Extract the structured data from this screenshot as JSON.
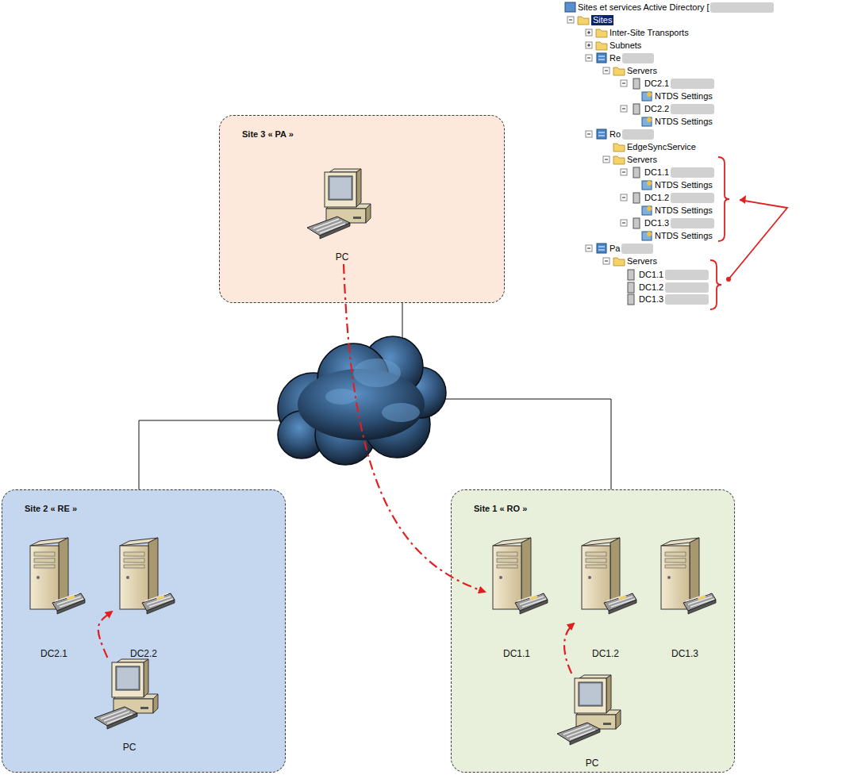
{
  "diagram": {
    "nodes": [
      {
        "text": [
          "Site 3 « PA »"
        ]
      },
      {
        "text": [
          "PC"
        ],
        "in": 0
      },
      {
        "text": [
          "Site 2 « RE »"
        ]
      },
      {
        "text": [
          "DC2.1"
        ],
        "in": 2
      },
      {
        "text": [
          "DC2.2"
        ],
        "in": 2
      },
      {
        "text": [
          "PC"
        ],
        "in": 2
      },
      {
        "text": [
          "Site 1 « RO »"
        ]
      },
      {
        "text": [
          "DC1.1"
        ],
        "in": 6
      },
      {
        "text": [
          "DC1.2"
        ],
        "in": 6
      },
      {
        "text": [
          "DC1.3"
        ],
        "in": 6
      },
      {
        "text": [
          "PC"
        ],
        "in": 6
      }
    ],
    "edges": [
      {
        "from": 1,
        "to": 7,
        "arrow": "to"
      },
      {
        "from": 5,
        "to": 4,
        "arrow": "to"
      },
      {
        "from": 10,
        "to": 8,
        "arrow": "to"
      }
    ],
    "labels": [
      "Sites et services Active Directory [",
      "Sites",
      "Inter-Site Transports",
      "Subnets",
      "Re",
      "Servers",
      "DC2.1",
      "NTDS Settings",
      "DC2.2",
      "NTDS Settings",
      "Ro",
      "EdgeSyncService",
      "Servers",
      "DC1.1",
      "NTDS Settings",
      "DC1.2",
      "NTDS Settings",
      "DC1.3",
      "NTDS Settings",
      "Pa",
      "Servers",
      "DC1.1",
      "DC1.2",
      "DC1.3"
    ]
  }
}
